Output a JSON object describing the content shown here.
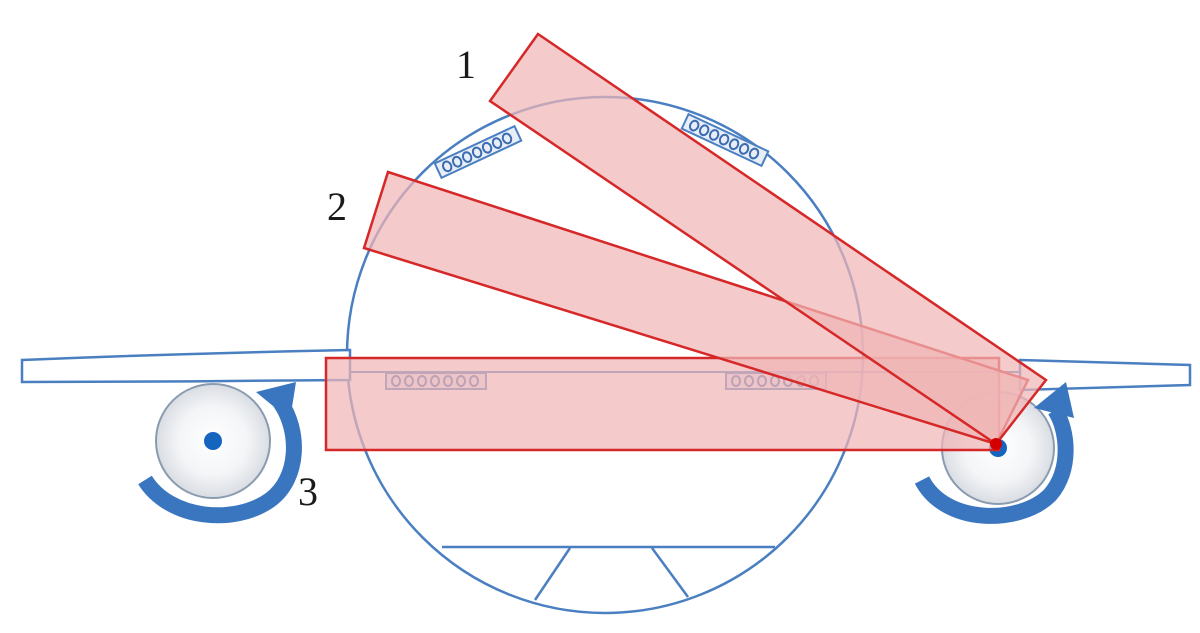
{
  "labels": {
    "position_1": "1",
    "position_2": "2",
    "position_3": "3"
  },
  "colors": {
    "outline_blue": "#4a7fc1",
    "arrow_blue": "#3a76c0",
    "hub_blue": "#1565c0",
    "panel_fill": "#f0b6b6",
    "panel_stroke": "#d62828",
    "pivot_red": "#d40000"
  },
  "icons": {
    "left_rotation_arrow": "rotate-ccw-arrow-icon",
    "right_rotation_arrow": "rotate-cw-arrow-icon"
  }
}
